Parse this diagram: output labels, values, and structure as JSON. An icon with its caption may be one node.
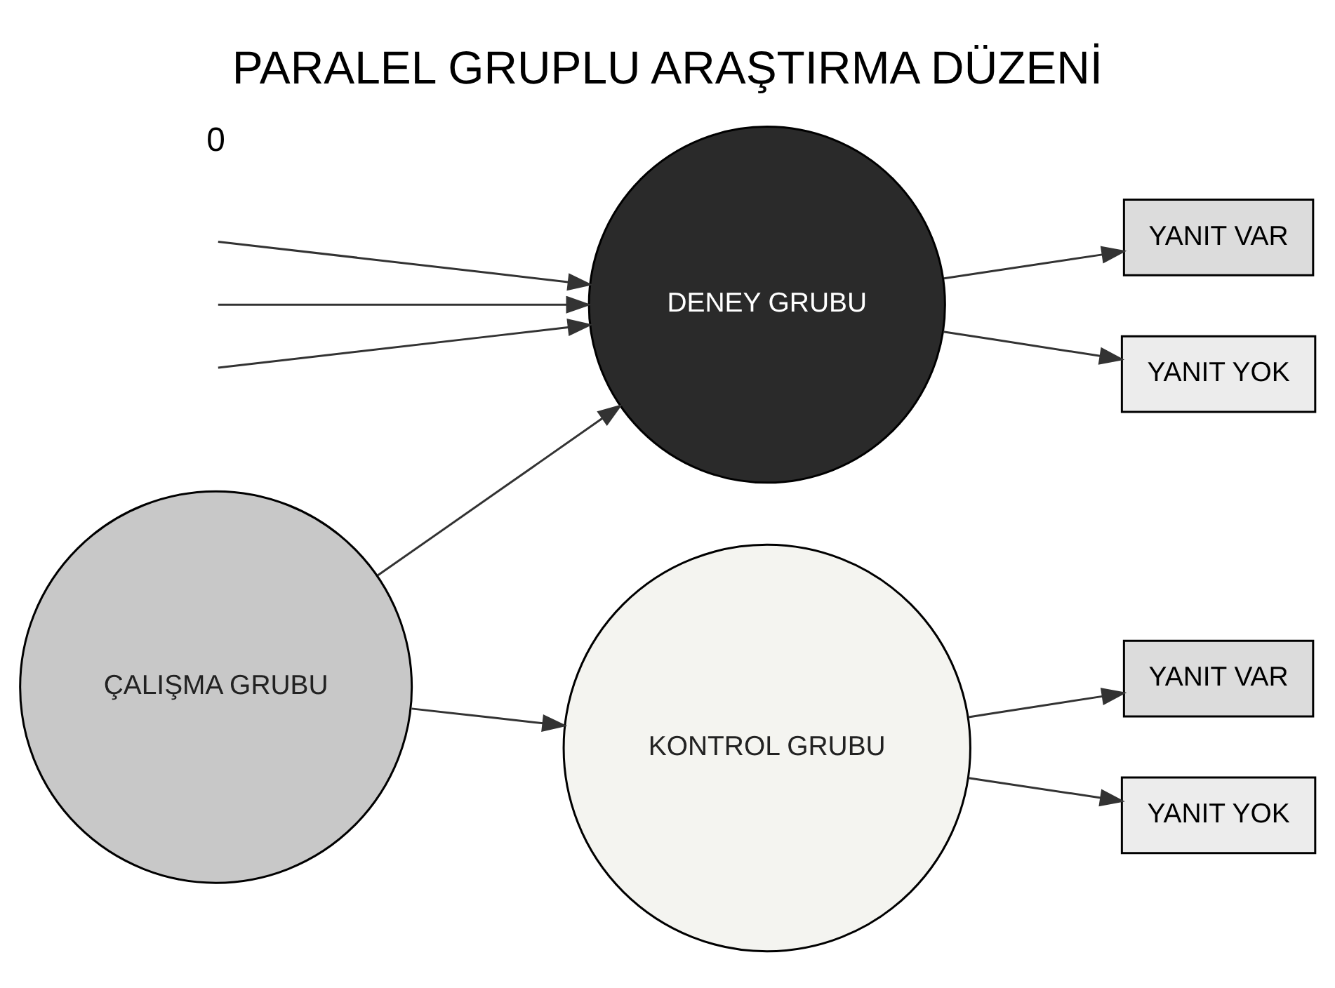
{
  "diagram": {
    "title": "PARALEL GRUPLU ARAŞTIRMA DÜZENİ",
    "nodes": [
      {
        "text": [
          "ÇALIŞMA GRUBU"
        ]
      },
      {
        "text": [
          "DENEY GRUBU"
        ]
      },
      {
        "text": [
          "KONTROL GRUBU"
        ]
      },
      {
        "text": [
          "YANIT VAR"
        ]
      },
      {
        "text": [
          "YANIT YOK"
        ]
      },
      {
        "text": [
          "YANIT VAR"
        ]
      },
      {
        "text": [
          "YANIT YOK"
        ]
      }
    ],
    "edges": [
      {
        "from": 0,
        "to": 1,
        "arrow": "to"
      },
      {
        "from": 0,
        "to": 2,
        "arrow": "to"
      },
      {
        "from": 1,
        "to": 3,
        "arrow": "to"
      },
      {
        "from": 1,
        "to": 4,
        "arrow": "to"
      },
      {
        "from": 2,
        "to": 5,
        "arrow": "to"
      },
      {
        "from": 2,
        "to": 6,
        "arrow": "to"
      },
      {
        "from": null,
        "to": 1,
        "arrow": "to"
      },
      {
        "from": null,
        "to": 1,
        "arrow": "to"
      },
      {
        "from": null,
        "to": 1,
        "arrow": "to"
      }
    ],
    "labels": [
      "0"
    ]
  }
}
